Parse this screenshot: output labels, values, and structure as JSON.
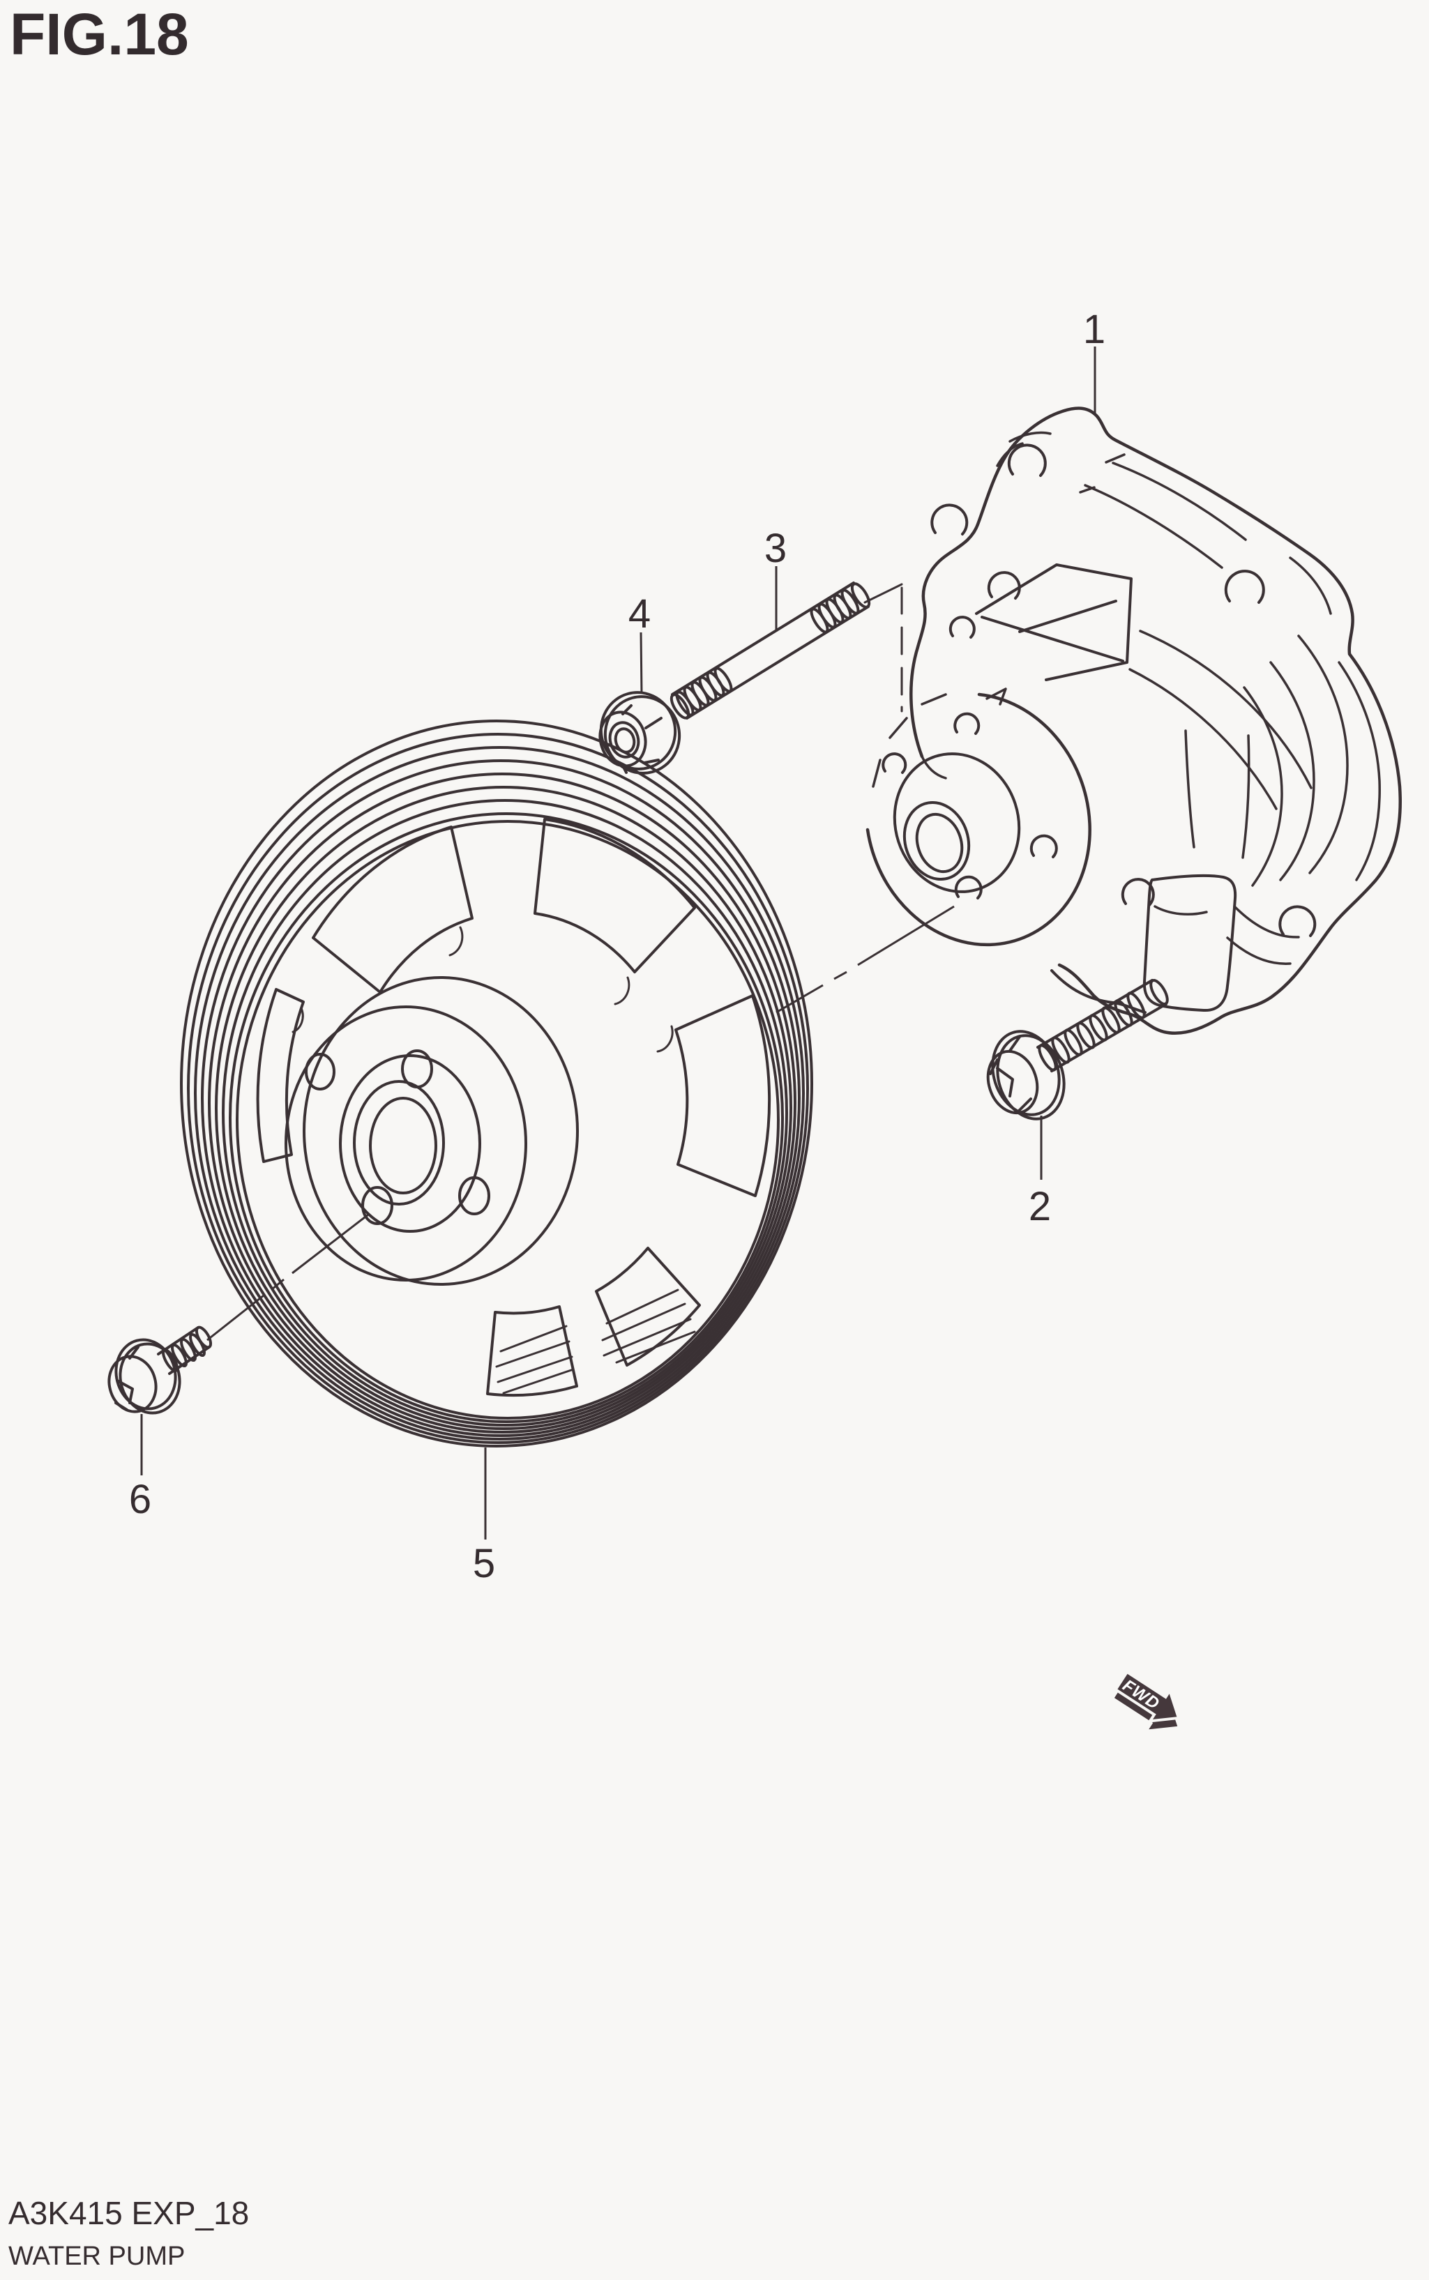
{
  "figure": {
    "title": "FIG.18",
    "subject": "water pump exploded parts diagram"
  },
  "footer": {
    "code": "A3K415 EXP_18",
    "name": "WATER PUMP"
  },
  "fwd_badge": {
    "label": "FWD",
    "icon": "fwd-arrow-icon"
  },
  "callouts": [
    {
      "ref": "1"
    },
    {
      "ref": "2"
    },
    {
      "ref": "3"
    },
    {
      "ref": "4"
    },
    {
      "ref": "5"
    },
    {
      "ref": "6"
    }
  ],
  "colors": {
    "line": "#3a3134",
    "background": "#f8f7f5",
    "badge_fill": "#45383c",
    "badge_text": "#ffffff"
  }
}
